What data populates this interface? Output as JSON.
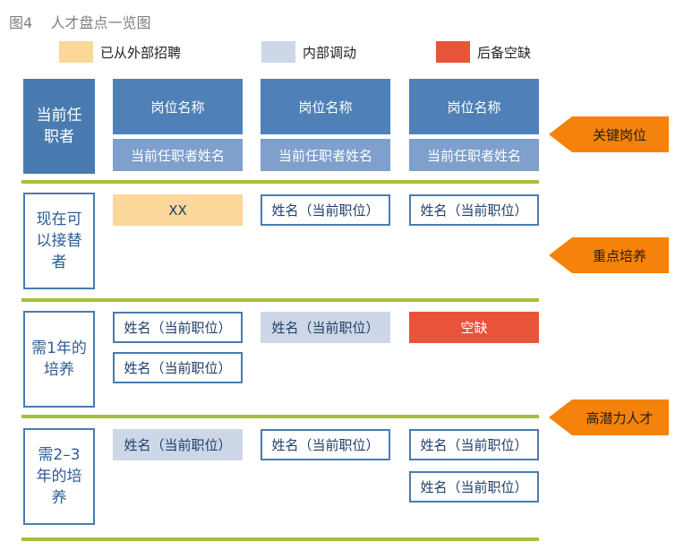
{
  "title": "图4    人才盘点一览图",
  "legend": [
    {
      "label": "已从外部招聘",
      "color": "#fbd79a"
    },
    {
      "label": "内部调动",
      "color": "#cdd7e7"
    },
    {
      "label": "后备空缺",
      "color": "#e8543a"
    }
  ],
  "header": {
    "row_label": "当前任职者",
    "columns": [
      {
        "title": "岗位名称",
        "sub": "当前任职者姓名"
      },
      {
        "title": "岗位名称",
        "sub": "当前任职者姓名"
      },
      {
        "title": "岗位名称",
        "sub": "当前任职者姓名"
      }
    ]
  },
  "rows": [
    {
      "label": "现在可以接替者",
      "cells": [
        "XX",
        "姓名（当前职位）",
        "姓名（当前职位）"
      ]
    },
    {
      "label": "需1年的培养",
      "cells": [
        "姓名（当前职位）",
        "姓名（当前职位）",
        "姓名（当前职位）",
        "空缺"
      ]
    },
    {
      "label": "需2–3年的培养",
      "cells": [
        "姓名（当前职位）",
        "姓名（当前职位）",
        "姓名（当前职位）",
        "姓名（当前职位）"
      ]
    }
  ],
  "arrows": [
    "关键岗位",
    "重点培养",
    "高潜力人才"
  ]
}
